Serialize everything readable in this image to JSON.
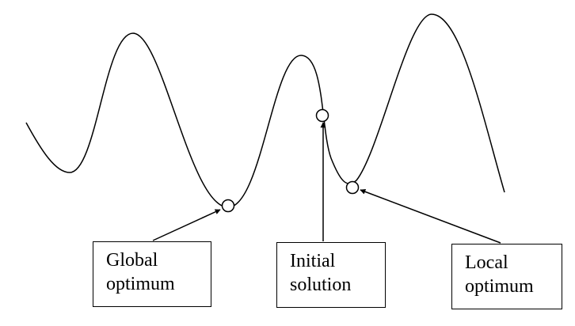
{
  "labels": {
    "global_line1": "Global",
    "global_line2": "optimum",
    "initial_line1": "Initial",
    "initial_line2": "solution",
    "local_line1": "Local",
    "local_line2": "optimum"
  },
  "colors": {
    "stroke": "#000000",
    "background": "#ffffff"
  }
}
